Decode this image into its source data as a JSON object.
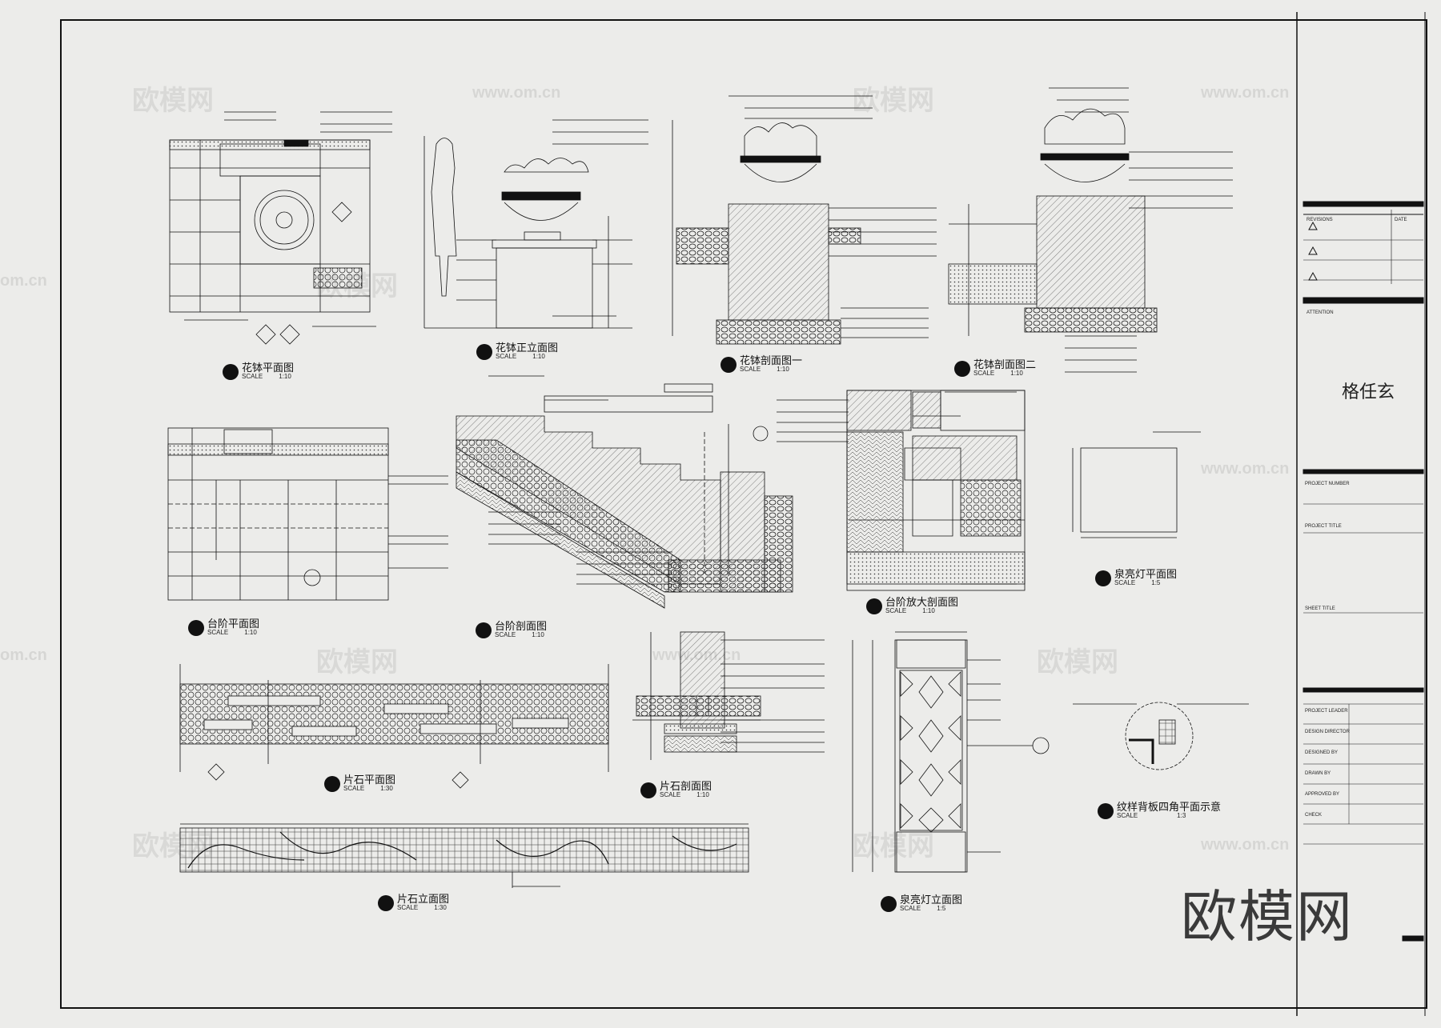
{
  "title_block": {
    "revisions_label": "REVISIONS",
    "date_label": "DATE",
    "attention_label": "ATTENTION",
    "owner_name": "格任玄",
    "project_number_label": "PROJECT NUMBER",
    "project_title_label": "PROJECT TITLE",
    "sheet_title_label": "SHEET TITLE",
    "project_leader_label": "PROJECT LEADER",
    "designed_by_label": "DESIGN DIRECTOR",
    "designed_label": "DESIGNED BY",
    "drawn_label": "DRAWN BY",
    "approved_label": "APPROVED BY",
    "check_label": "CHECK"
  },
  "watermark": {
    "brand": "欧模网",
    "url": "www.om.cn",
    "url_short": "om.cn"
  },
  "drawings": [
    {
      "title": "花钵平面图",
      "scale_label": "SCALE",
      "scale": "1:10"
    },
    {
      "title": "花钵正立面图",
      "scale_label": "SCALE",
      "scale": "1:10"
    },
    {
      "title": "花钵剖面图一",
      "scale_label": "SCALE",
      "scale": "1:10"
    },
    {
      "title": "花钵剖面图二",
      "scale_label": "SCALE",
      "scale": "1:10"
    },
    {
      "title": "台阶平面图",
      "scale_label": "SCALE",
      "scale": "1:10"
    },
    {
      "title": "台阶剖面图",
      "scale_label": "SCALE",
      "scale": "1:10"
    },
    {
      "title": "台阶放大剖面图",
      "scale_label": "SCALE",
      "scale": "1:10"
    },
    {
      "title": "泉亮灯平面图",
      "scale_label": "SCALE",
      "scale": "1:5"
    },
    {
      "title": "片石平面图",
      "scale_label": "SCALE",
      "scale": "1:30"
    },
    {
      "title": "片石剖面图",
      "scale_label": "SCALE",
      "scale": "1:10"
    },
    {
      "title": "纹样背板四角平面示意",
      "scale_label": "SCALE",
      "scale": "1:3"
    },
    {
      "title": "片石立面图",
      "scale_label": "SCALE",
      "scale": "1:30"
    },
    {
      "title": "泉亮灯立面图",
      "scale_label": "SCALE",
      "scale": "1:5"
    }
  ]
}
